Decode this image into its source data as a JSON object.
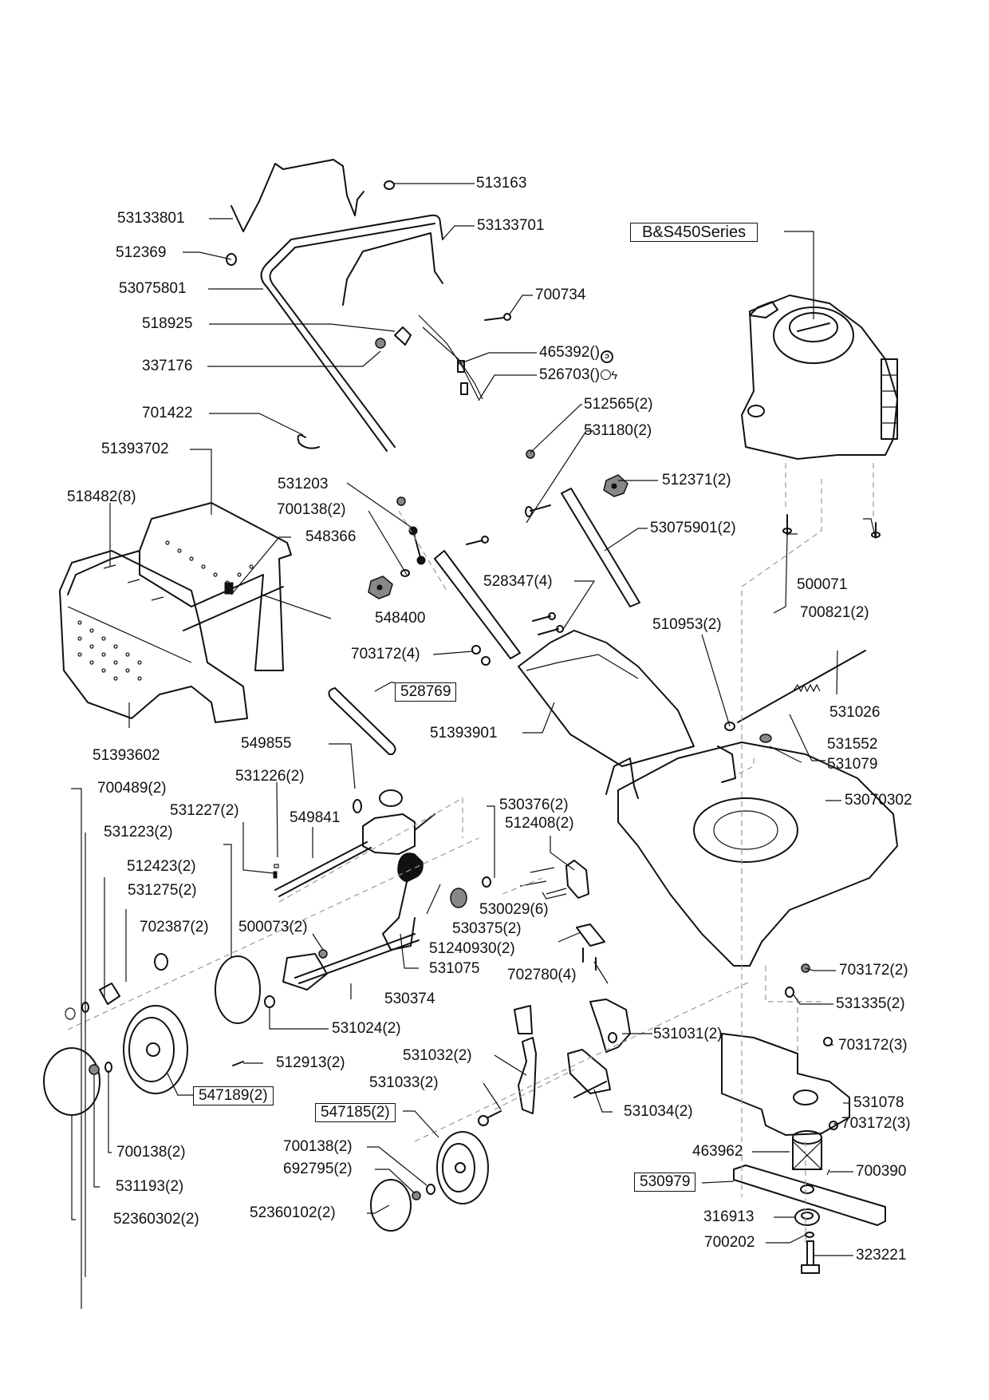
{
  "document": {
    "type": "exploded parts diagram",
    "subject": "walk-behind rotary lawn mower"
  },
  "engine_box": {
    "label": "B&S450Series"
  },
  "labels": {
    "p513163": "513163",
    "p53133801": "53133801",
    "p53133701": "53133701",
    "p512369": "512369",
    "p53075801": "53075801",
    "p700734": "700734",
    "p518925": "518925",
    "p465392": "465392()",
    "p337176": "337176",
    "p526703": "526703()",
    "p701422": "701422",
    "p512565": "512565(2)",
    "p531180": "531180(2)",
    "p51393702": "51393702",
    "p531203": "531203",
    "p512371": "512371(2)",
    "p518482": "518482(8)",
    "p700138a": "700138(2)",
    "p548366": "548366",
    "p53075901": "53075901(2)",
    "p528347": "528347(4)",
    "p500071": "500071",
    "p548400": "548400",
    "p700821": "700821(2)",
    "p703172a": "703172(4)",
    "p510953": "510953(2)",
    "p528769": "528769",
    "p531026": "531026",
    "p51393901": "51393901",
    "p531552": "531552",
    "p51393602": "51393602",
    "p549855": "549855",
    "p531079": "531079",
    "p700489": "700489(2)",
    "p531226": "531226(2)",
    "p53070302": "53070302",
    "p531227": "531227(2)",
    "p530376": "530376(2)",
    "p531223": "531223(2)",
    "p549841": "549841",
    "p512408": "512408(2)",
    "p512423": "512423(2)",
    "p531275": "531275(2)",
    "p530029": "530029(6)",
    "p702387": "702387(2)",
    "p500073": "500073(2)",
    "p530375": "530375(2)",
    "p51240930": "51240930(2)",
    "p531075": "531075",
    "p703172b": "703172(2)",
    "p702780": "702780(4)",
    "p530374": "530374",
    "p531335": "531335(2)",
    "p531024": "531024(2)",
    "p531031": "531031(2)",
    "p703172c": "703172(3)",
    "p512913": "512913(2)",
    "p531032": "531032(2)",
    "p531078": "531078",
    "p547189": "547189(2)",
    "p531033": "531033(2)",
    "p531034": "531034(2)",
    "p703172d": "703172(3)",
    "p547185": "547185(2)",
    "p700138b": "700138(2)",
    "p463962": "463962",
    "p700138c": "700138(2)",
    "p692795": "692795(2)",
    "p700390": "700390",
    "p530979": "530979",
    "p531193": "531193(2)",
    "p52360102": "52360102(2)",
    "p316913": "316913",
    "p700202": "700202",
    "p323221": "323221",
    "p52360302": "52360302(2)"
  },
  "symbols": {
    "p465392_symbol": "engine-stop-cable-icon",
    "p526703_symbol": "throttle-cable-icon"
  },
  "boxed_part_numbers": [
    "528769",
    "547189(2)",
    "547185(2)",
    "530979",
    "B&S450Series"
  ]
}
